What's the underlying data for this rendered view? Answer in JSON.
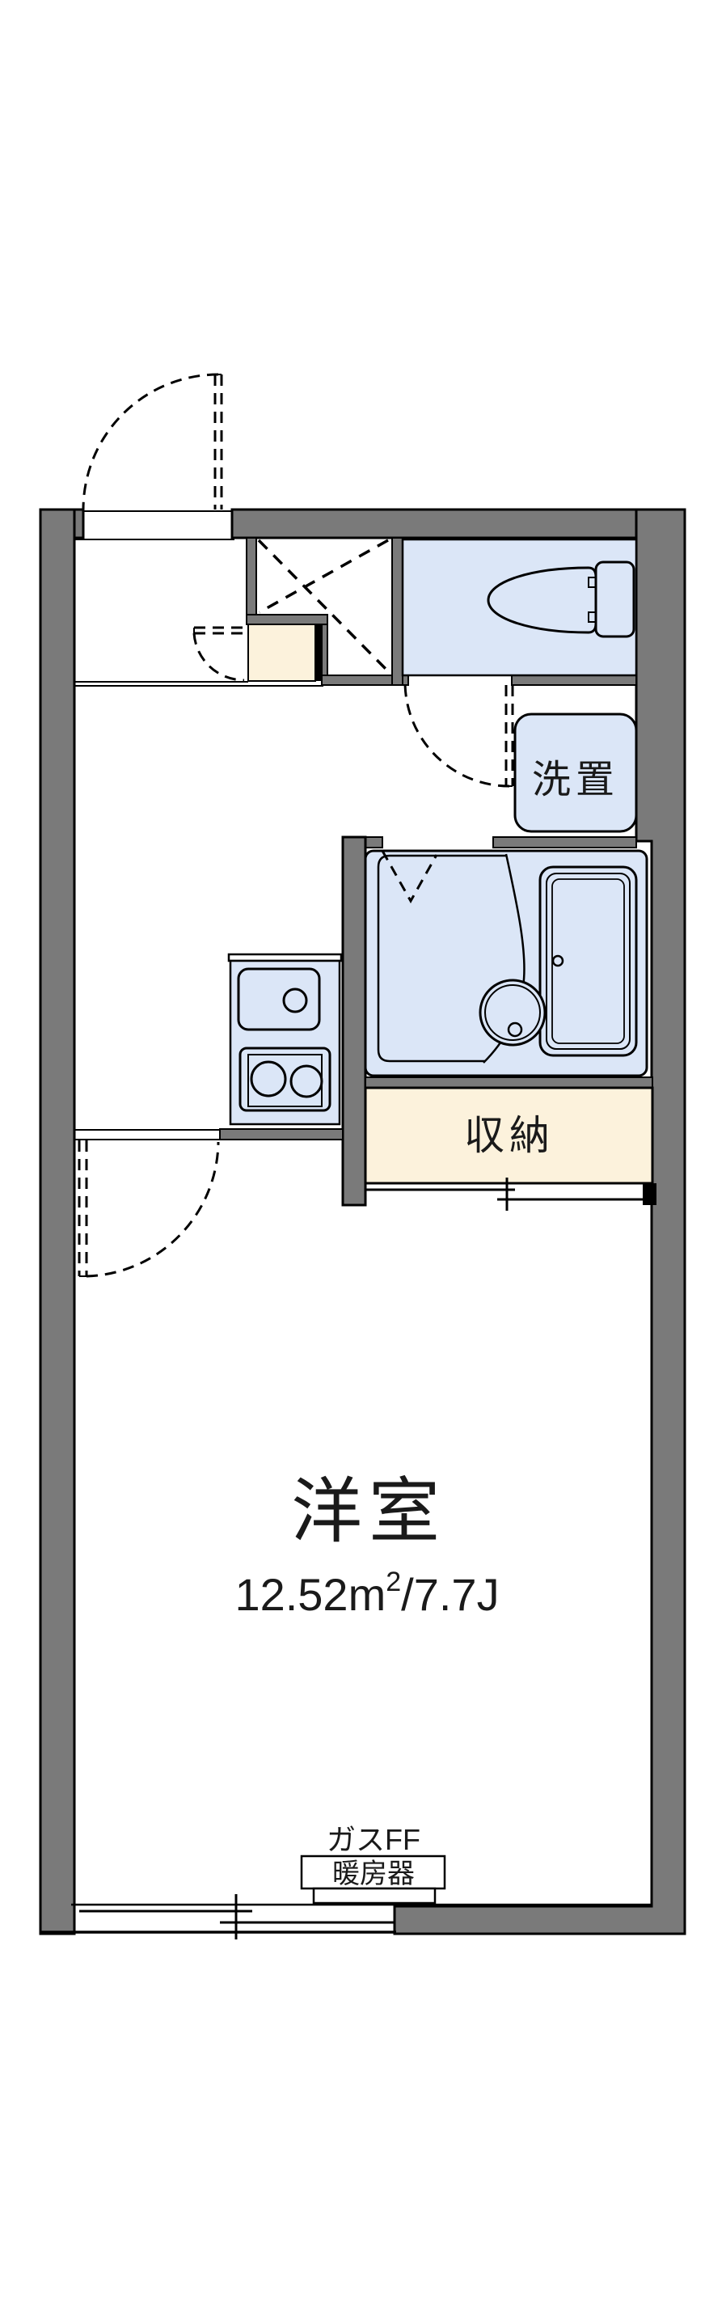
{
  "plan": {
    "type": "apartment-floor-plan",
    "rooms": {
      "western_room": {
        "label": "洋室",
        "area_base": "12.52m",
        "area_sup": "2",
        "area_rest": "/7.7J"
      },
      "storage": {
        "label": "収納"
      },
      "washbasin": {
        "label": "洗置"
      }
    },
    "heater": {
      "line1": "ガスFF",
      "line2": "暖房器"
    },
    "colors": {
      "wall_gray": "#7a7a7a",
      "line_black": "#000000",
      "fixture_blue": "#dbe6f7",
      "storage_beige": "#fcf2dc",
      "background": "#ffffff"
    },
    "icons": {
      "toilet": "toilet-icon",
      "bathtub": "bathtub-icon",
      "kitchen_sink": "sink-icon",
      "stove": "stove-icon",
      "doors": "door-swing-arc",
      "window": "sliding-window-symbol",
      "closet_door": "sliding-door-symbol"
    }
  }
}
